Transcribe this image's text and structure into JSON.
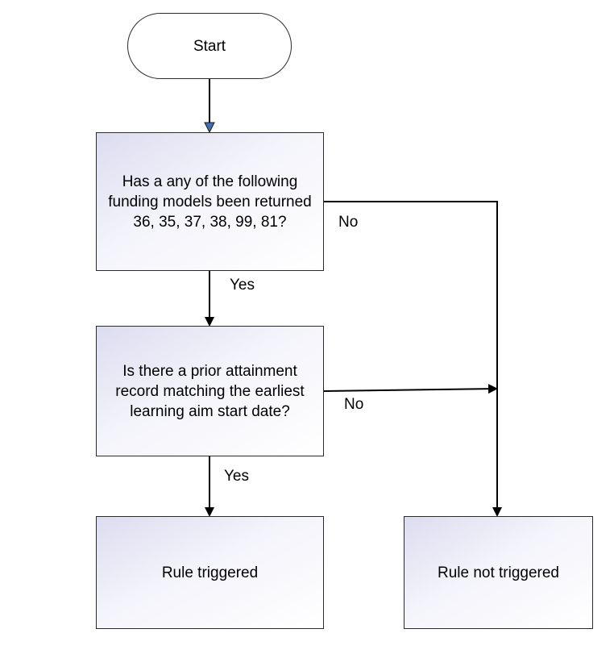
{
  "nodes": {
    "start": {
      "text": "Start"
    },
    "funding_question": {
      "text": "Has a any of the following funding models been returned 36, 35, 37, 38, 99, 81?"
    },
    "prior_attainment_question": {
      "text": "Is there a prior attainment record matching the earliest learning aim start date?"
    },
    "rule_triggered": {
      "text": "Rule triggered"
    },
    "rule_not_triggered": {
      "text": "Rule not triggered"
    }
  },
  "edges": {
    "funding_yes": {
      "label": "Yes"
    },
    "funding_no": {
      "label": "No"
    },
    "prior_yes": {
      "label": "Yes"
    },
    "prior_no": {
      "label": "No"
    }
  },
  "colors": {
    "line": "#000000",
    "start_arrowhead": "#3e6fb5",
    "box_border": "#2b2b2b",
    "box_gradient_start": "#dcdcf0"
  }
}
